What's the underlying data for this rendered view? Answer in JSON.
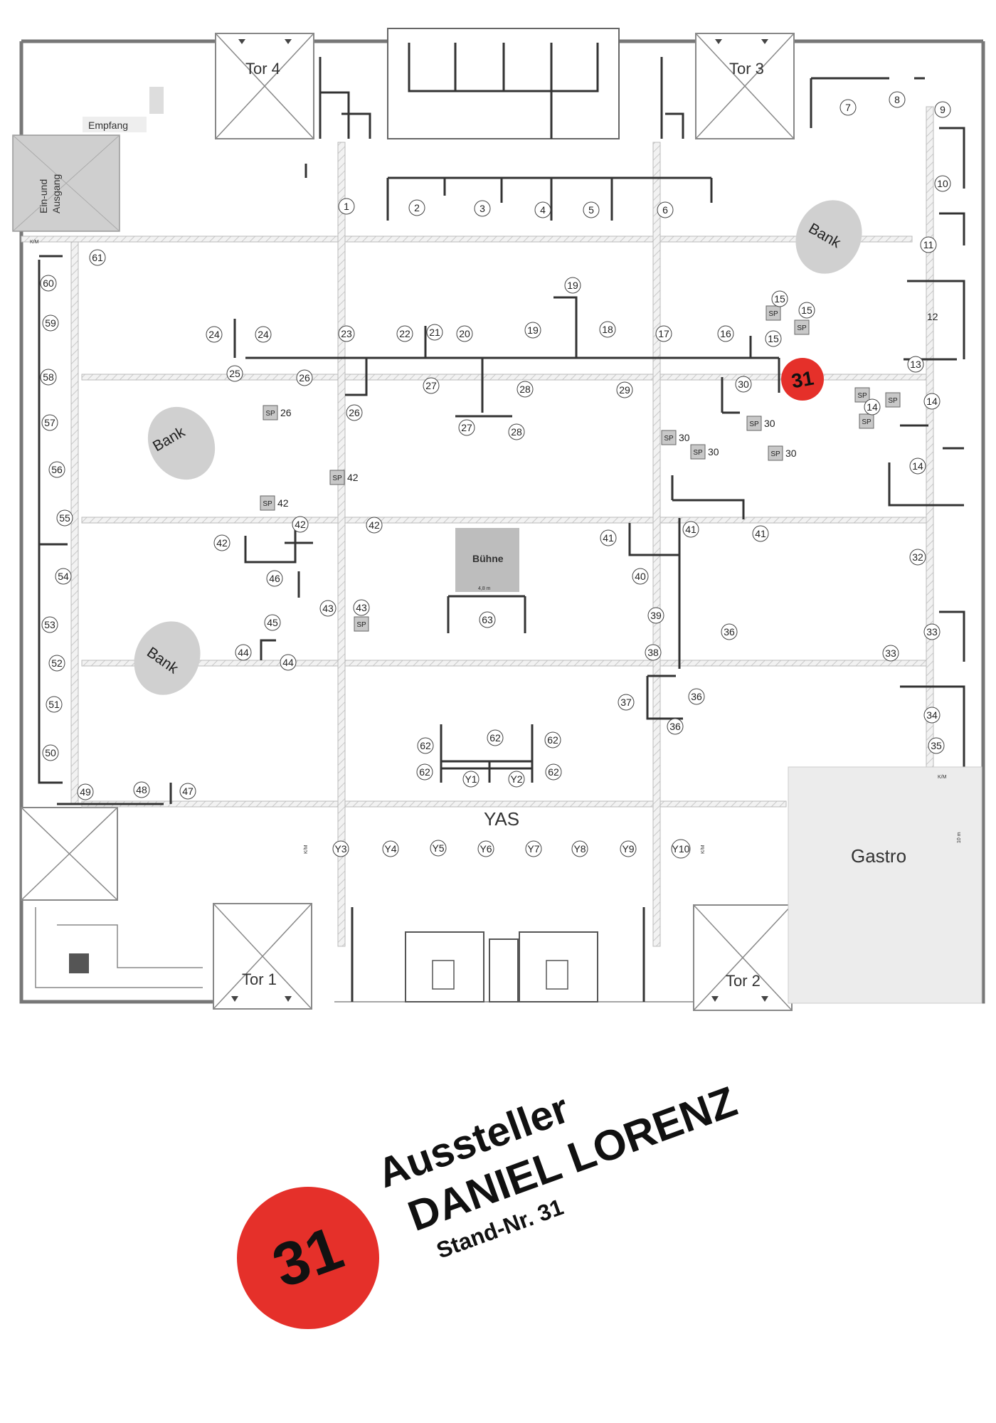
{
  "gates": [
    "Tor 4",
    "Tor 3",
    "Tor 1",
    "Tor 2"
  ],
  "labels": {
    "empfang": "Empfang",
    "entrance_line1": "Ein-und",
    "entrance_line2": "Ausgang",
    "buehne": "Bühne",
    "buehne_dim": "4,8 m",
    "gastro": "Gastro",
    "gastro_dim": "10 m",
    "yas": "YAS",
    "km": "K/M",
    "bank": "Bank",
    "sp": "SP"
  },
  "stands": [
    "1",
    "2",
    "3",
    "4",
    "5",
    "6",
    "7",
    "8",
    "9",
    "10",
    "11",
    "12",
    "13",
    "14",
    "15",
    "16",
    "17",
    "18",
    "19",
    "20",
    "21",
    "22",
    "23",
    "24",
    "25",
    "26",
    "27",
    "28",
    "29",
    "30",
    "32",
    "33",
    "34",
    "35",
    "36",
    "37",
    "38",
    "39",
    "40",
    "41",
    "42",
    "43",
    "44",
    "45",
    "46",
    "47",
    "48",
    "49",
    "50",
    "51",
    "52",
    "53",
    "54",
    "55",
    "56",
    "57",
    "58",
    "59",
    "60",
    "61",
    "62",
    "63",
    "Y1",
    "Y2",
    "Y3",
    "Y4",
    "Y5",
    "Y6",
    "Y7",
    "Y8",
    "Y9",
    "Y10"
  ],
  "highlight": {
    "stand": "31",
    "title": "Aussteller",
    "name": "DANIEL LORENZ",
    "stand_label": "Stand-Nr. 31",
    "color": "#e5302a"
  }
}
